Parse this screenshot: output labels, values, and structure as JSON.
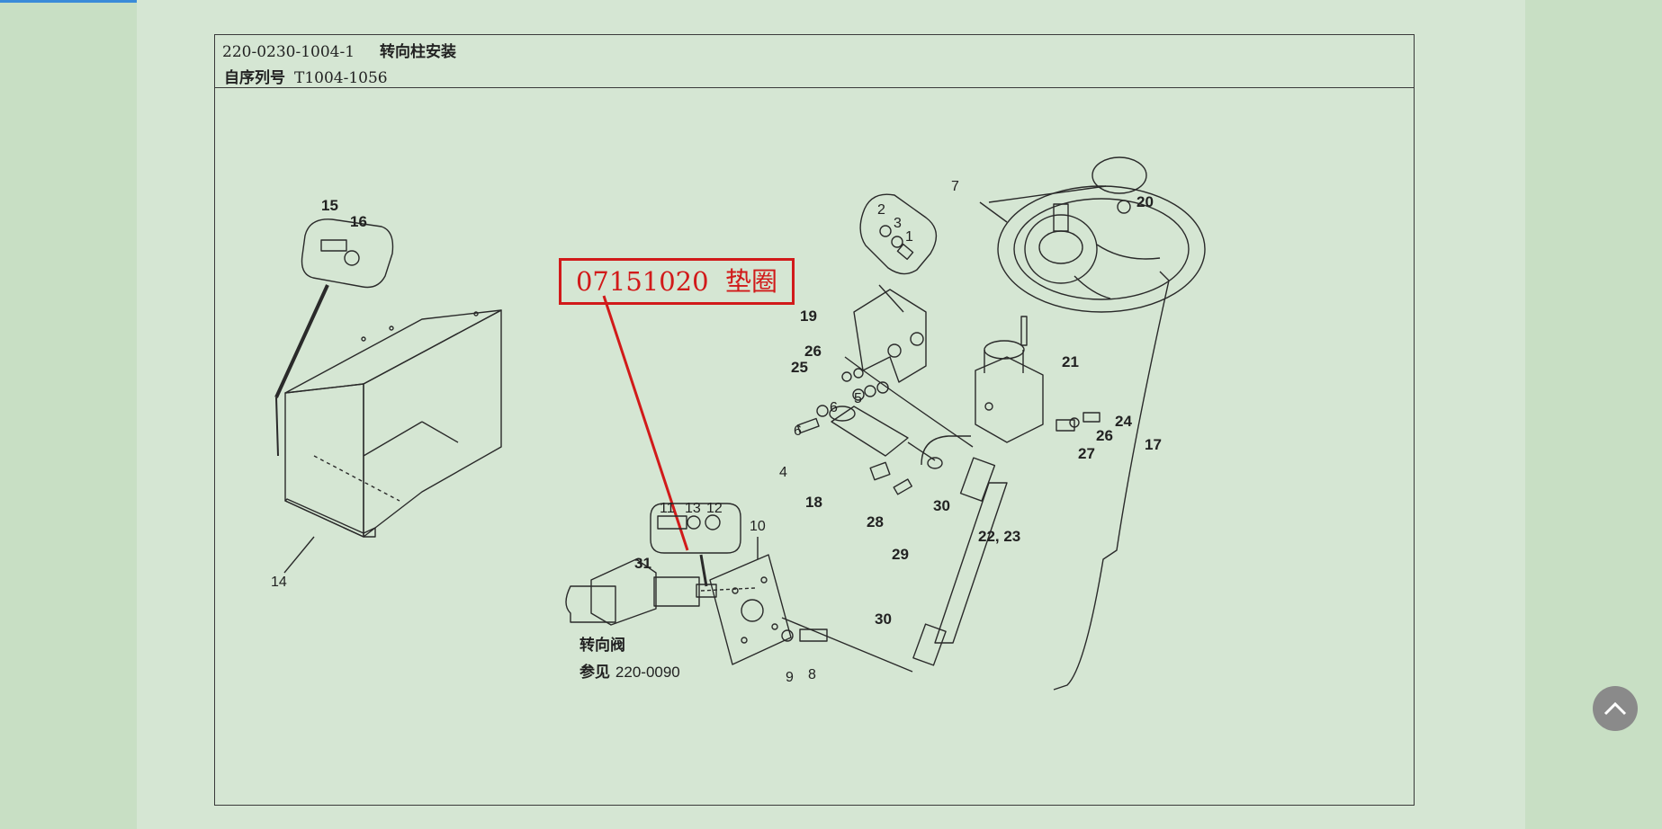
{
  "header": {
    "part_code": "220-0230-1004-1",
    "title": "转向柱安装",
    "serial_label": "自序列号",
    "serial_value": "T1004-1056"
  },
  "callout": {
    "part_number": "07151020",
    "part_name": "垫圈",
    "color": "#d11a1a"
  },
  "labels": {
    "n1": "1",
    "n2": "2",
    "n3": "3",
    "n4": "4",
    "n5": "5",
    "n6a": "6",
    "n6b": "6",
    "n7": "7",
    "n8": "8",
    "n9": "9",
    "n10": "10",
    "n11": "11",
    "n12": "12",
    "n13": "13",
    "n14": "14",
    "n15": "15",
    "n16": "16",
    "n17": "17",
    "n18": "18",
    "n19": "19",
    "n20": "20",
    "n21": "21",
    "n2223": "22, 23",
    "n24": "24",
    "n25": "25",
    "n26a": "26",
    "n26b": "26",
    "n27": "27",
    "n28": "28",
    "n29": "29",
    "n30a": "30",
    "n30b": "30",
    "n31": "31"
  },
  "valve": {
    "name": "转向阀",
    "see_label": "参见",
    "see_ref": "220-0090"
  },
  "icons": {
    "back_to_top": "chevron-up-icon"
  }
}
